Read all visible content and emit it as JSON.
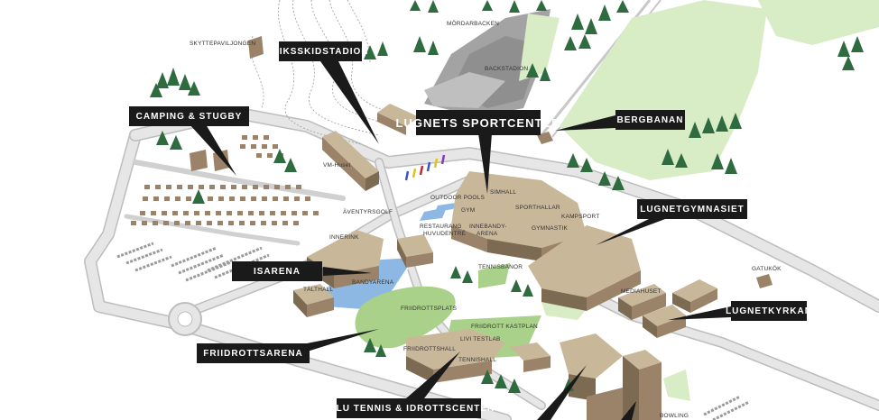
{
  "colors": {
    "road": "#e6e6e6",
    "road_edge": "#bdbdbd",
    "building_top": "#c9b79a",
    "building_side": "#9a8368",
    "building_dark": "#7d6a52",
    "grass": "#a9d18a",
    "grass_light": "#d8ecc6",
    "ice": "#8db8e3",
    "tree": "#2e6b3e",
    "callout_bg": "#1a1a1a",
    "callout_text": "#ffffff"
  },
  "callouts": {
    "riksskidstadion": "RIKSSKIDSTADION",
    "camping": "CAMPING & STUGBY",
    "lugnets_sportcenter": "LUGNETS SPORTCENTER",
    "bergbanan": "BERGBANAN",
    "lugnetgymnasiet": "LUGNETGYMNASIET",
    "isarena": "ISARENA",
    "lugnetkyrkan": "LUGNETKYRKAN",
    "friidrottsarena": "FRIIDROTTSARENA",
    "falu_tennis": "FALU TENNIS & IDROTTSCENTER"
  },
  "labels": {
    "skyttepaviljongen": "SKYTTEPAVILJONGEN",
    "mordarbacken": "MÖRDARBACKEN",
    "backstadion": "BACKSTADION",
    "vm_huset": "VM-Huset",
    "aventyrsgolf": "ÄVENTYRSGOLF",
    "outdoor_pools": "OUTDOOR POOLS",
    "simhall": "SIMHALL",
    "gym": "GYM",
    "sporthallar": "SPORTHALLAR",
    "kampsport": "KAMPSPORT",
    "gymnastik": "GYMNASTIK",
    "restaurang": "RESTAURANG",
    "huvudentre": "HUVUDENTRÉ",
    "innebandy": "INNEBANDY-",
    "arena": "ARENA",
    "innerink": "INNERINK",
    "tennisbanor": "TENNISBANOR",
    "bandyarena": "BANDYARENA",
    "talthall": "TÄLTHALL",
    "friidrottsplats": "FRIIDROTTSPLATS",
    "friidrott_kastplan": "FRIIDROTT KASTPLAN",
    "livi_testlab": "LIVI TESTLAB",
    "friidrottshall": "FRIIDROTTSHALL",
    "tennishall": "TENNISHALL",
    "mediahuset": "MEDIAHUSET",
    "gatukok": "GATUKÖK",
    "bowling": "BOWLING"
  }
}
